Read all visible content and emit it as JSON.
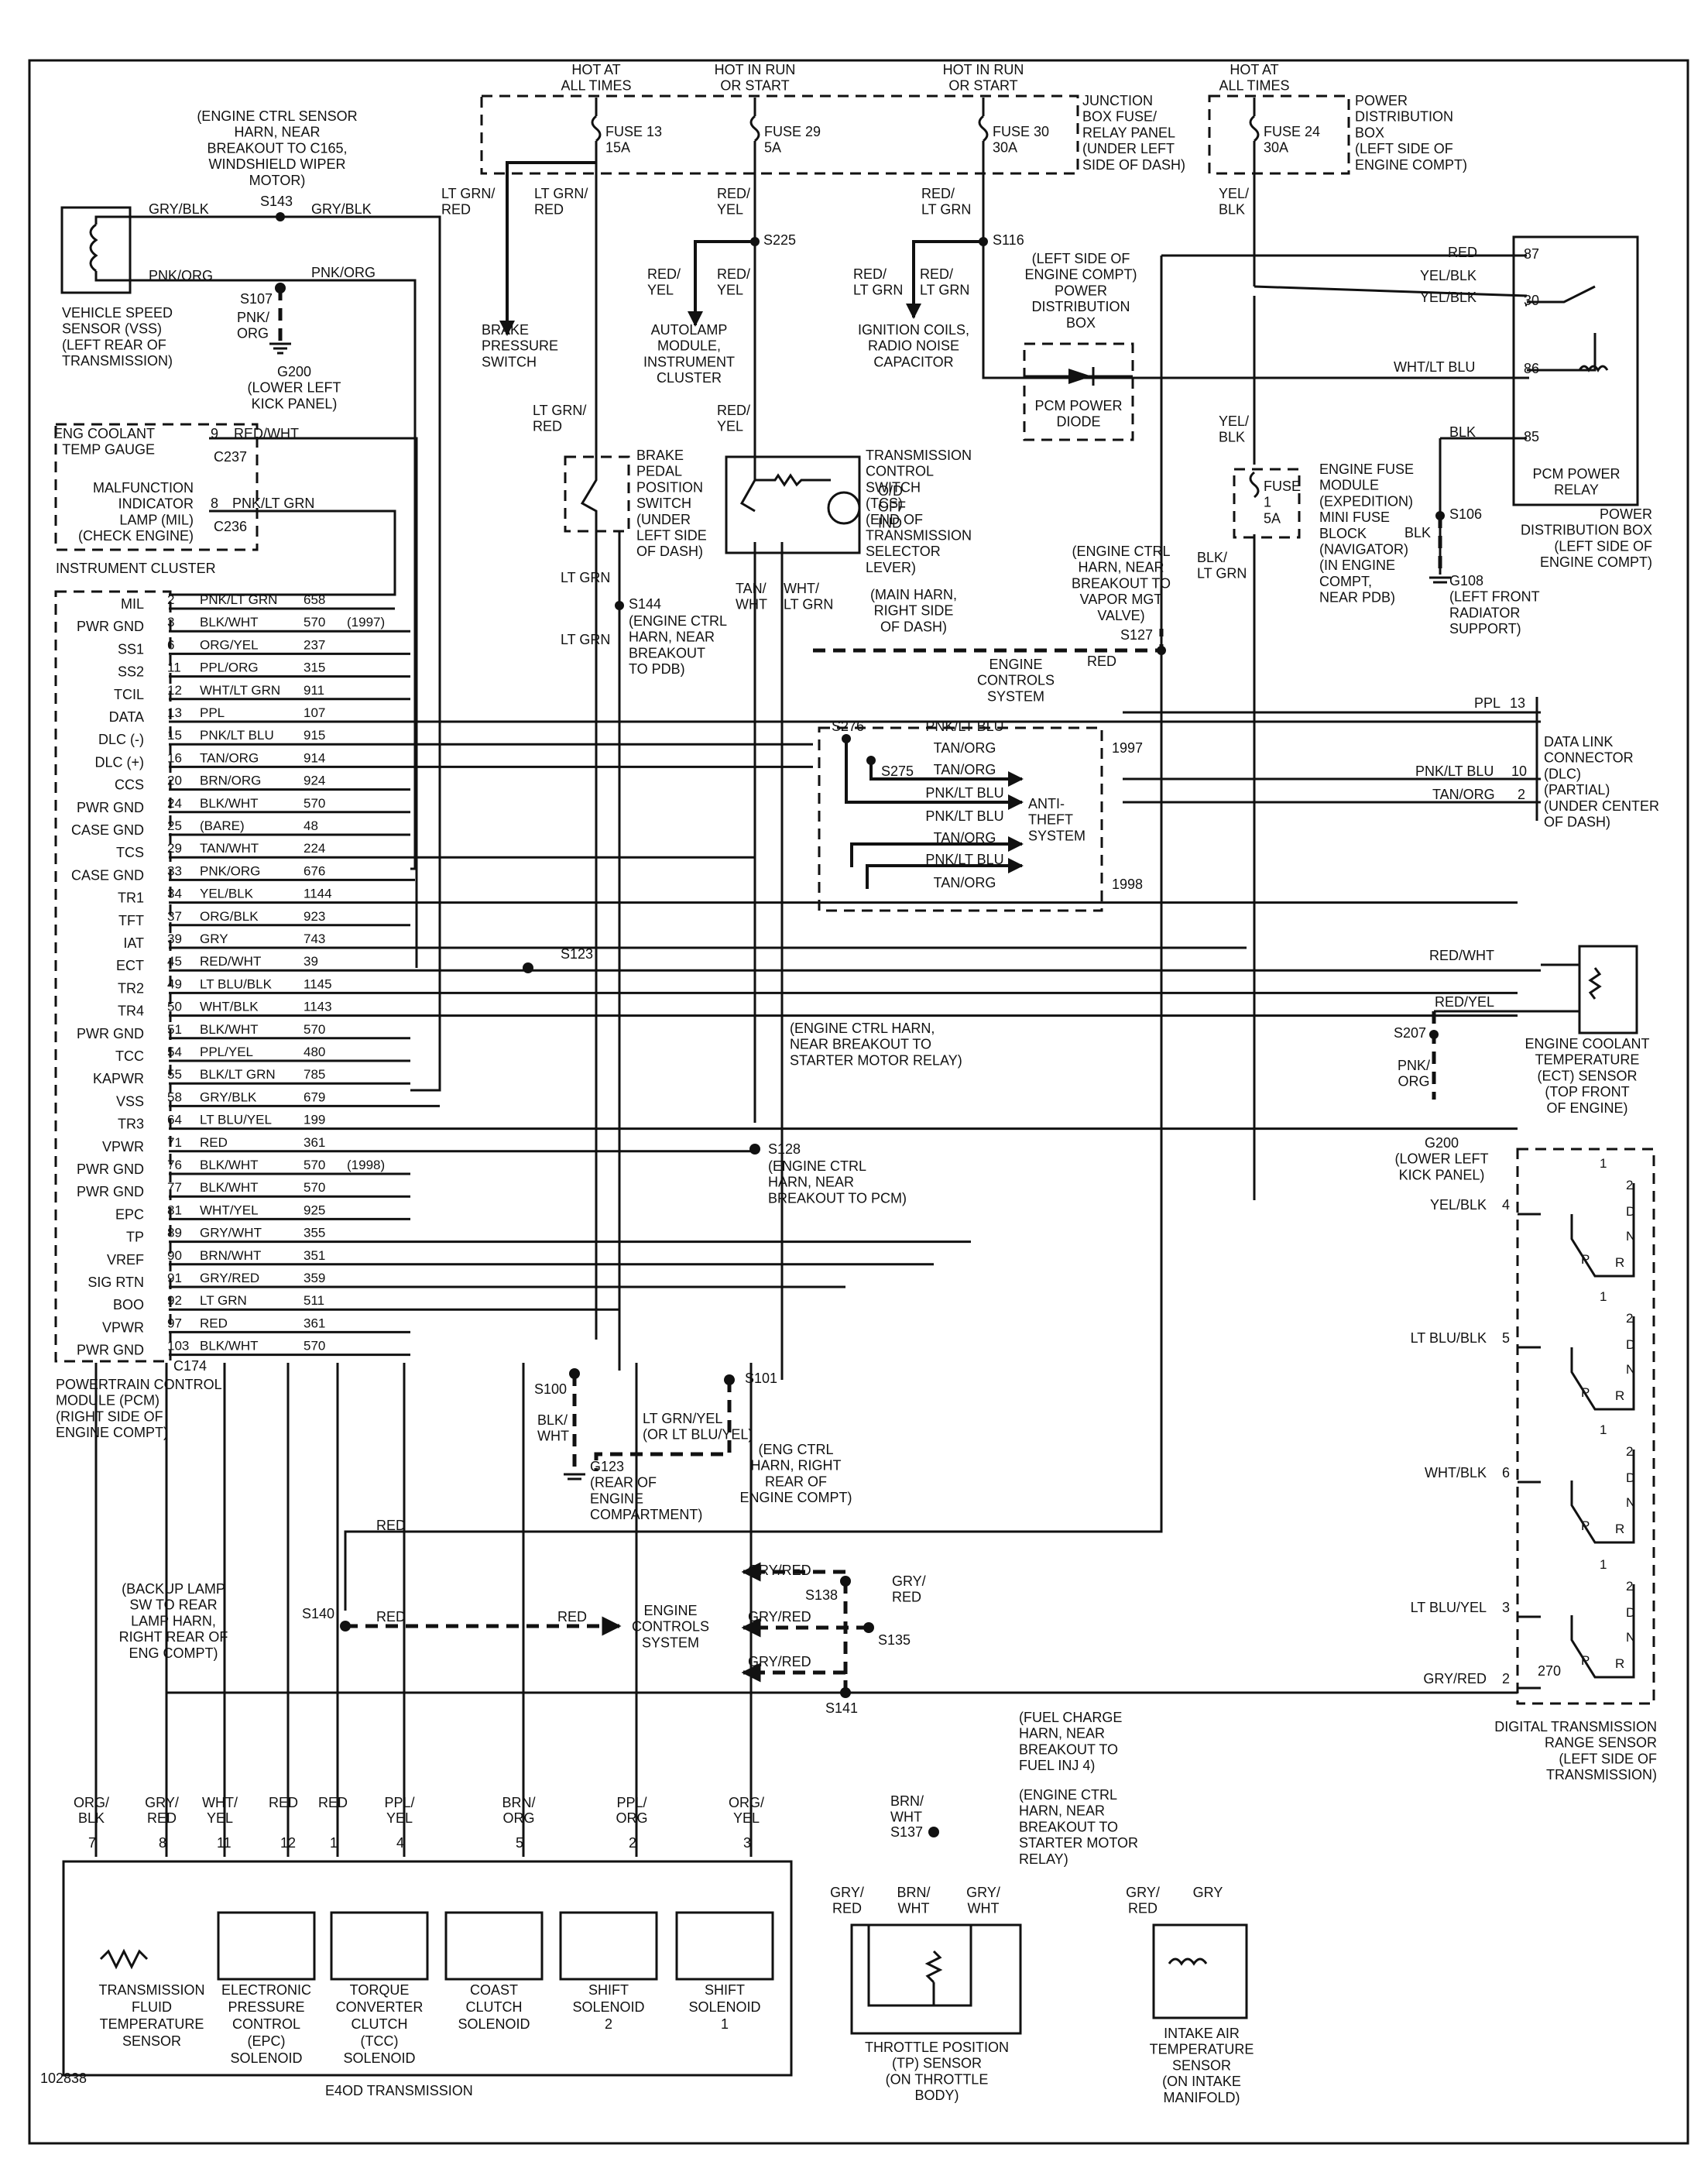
{
  "diagram_id": "102838",
  "supply": [
    {
      "label": [
        "HOT AT",
        "ALL TIMES"
      ],
      "fuse": [
        "FUSE 13",
        "15A"
      ]
    },
    {
      "label": [
        "HOT IN RUN",
        "OR START"
      ],
      "fuse": [
        "FUSE 29",
        "5A"
      ]
    },
    {
      "label": [
        "HOT IN RUN",
        "OR START"
      ],
      "fuse": [
        "FUSE 30",
        "30A"
      ]
    },
    {
      "label": [
        "HOT AT",
        "ALL TIMES"
      ],
      "fuse": [
        "FUSE 24",
        "30A"
      ]
    }
  ],
  "junction_box": [
    "JUNCTION",
    "BOX FUSE/",
    "RELAY PANEL",
    "(UNDER LEFT",
    "SIDE OF DASH)"
  ],
  "pdb_top": [
    "POWER",
    "DISTRIBUTION",
    "BOX",
    "(LEFT SIDE OF",
    "ENGINE COMPT)"
  ],
  "vss": {
    "harness_note": [
      "(ENGINE CTRL SENSOR",
      "HARN, NEAR",
      "BREAKOUT TO C165,",
      "WINDSHIELD WIPER",
      "MOTOR)"
    ],
    "splice_s143": "S143",
    "splice_s107": "S107",
    "wire_gry_blk": "GRY/BLK",
    "wire_pnk_org": "PNK/ORG",
    "pnk_org_split": [
      "PNK/",
      "ORG"
    ],
    "label": [
      "VEHICLE SPEED",
      "SENSOR (VSS)",
      "(LEFT REAR OF",
      "TRANSMISSION)"
    ],
    "ground": [
      "G200",
      "(LOWER LEFT",
      "KICK PANEL)"
    ]
  },
  "brake_circuit": {
    "wire1": [
      "LT GRN/",
      "RED"
    ],
    "wire2": [
      "LT GRN/",
      "RED"
    ],
    "switch_label": [
      "BRAKE",
      "PRESSURE",
      "SWITCH"
    ],
    "wire3": [
      "LT GRN/",
      "RED"
    ],
    "bpp_label": [
      "BRAKE",
      "PEDAL",
      "POSITION",
      "SWITCH",
      "(UNDER",
      "LEFT SIDE",
      "OF DASH)"
    ],
    "lt_grn_1": "LT GRN",
    "lt_grn_2": "LT GRN",
    "s144": "S144",
    "s144_note": [
      "(ENGINE CTRL",
      "HARN, NEAR",
      "BREAKOUT",
      "TO PDB)"
    ]
  },
  "autolamp": {
    "wire_main": [
      "RED/",
      "YEL"
    ],
    "s225": "S225",
    "wire_branch": [
      "RED/",
      "YEL"
    ],
    "wire_branch2": [
      "RED/",
      "YEL"
    ],
    "label": [
      "AUTOLAMP",
      "MODULE,",
      "INSTRUMENT",
      "CLUSTER"
    ],
    "wire_tcs": [
      "RED/",
      "YEL"
    ]
  },
  "tcs": {
    "label": [
      "TRANSMISSION",
      "CONTROL",
      "SWITCH",
      "(TCS)",
      "(END OF",
      "TRANSMISSION",
      "SELECTOR",
      "LEVER)"
    ],
    "ind": [
      "O/D",
      "OFF",
      "IND"
    ],
    "wire_tan": [
      "TAN/",
      "WHT"
    ],
    "wire_wht": [
      "WHT/",
      "LT GRN"
    ]
  },
  "ignition": {
    "wire_main": [
      "RED/",
      "LT GRN"
    ],
    "s116": "S116",
    "wire_b1": [
      "RED/",
      "LT GRN"
    ],
    "wire_b2": [
      "RED/",
      "LT GRN"
    ],
    "label": [
      "IGNITION COILS,",
      "RADIO NOISE",
      "CAPACITOR"
    ],
    "pdb_note": [
      "(LEFT SIDE OF",
      "ENGINE COMPT)",
      "POWER",
      "DISTRIBUTION",
      "BOX"
    ],
    "diode": [
      "PCM POWER",
      "DIODE"
    ]
  },
  "relay": {
    "pins": [
      "87",
      "30",
      "86",
      "85"
    ],
    "wire_red": "RED",
    "wire_yb1": "YEL/BLK",
    "wire_yb2": "YEL/BLK",
    "wire_wlb": "WHT/LT BLU",
    "wire_blk": "BLK",
    "label": [
      "PCM POWER",
      "RELAY"
    ],
    "pdb": [
      "POWER",
      "DISTRIBUTION BOX",
      "(LEFT SIDE OF",
      "ENGINE COMPT)"
    ],
    "wire_yb_down": [
      "YEL/",
      "BLK"
    ],
    "wire_yb_top": [
      "YEL/",
      "BLK"
    ],
    "s106": "S106",
    "blk_label": "BLK",
    "g108": [
      "G108",
      "(LEFT FRONT",
      "RADIATOR",
      "SUPPORT)"
    ]
  },
  "engine_fuse": {
    "fuse": [
      "FUSE",
      "1",
      "5A"
    ],
    "label": [
      "ENGINE FUSE",
      "MODULE",
      "(EXPEDITION)",
      "MINI FUSE",
      "BLOCK",
      "(NAVIGATOR)",
      "(IN ENGINE",
      "COMPT,",
      "NEAR PDB)"
    ],
    "wire": [
      "BLK/",
      "LT GRN"
    ]
  },
  "vapor": {
    "note": [
      "(ENGINE CTRL",
      "HARN, NEAR",
      "BREAKOUT TO",
      "VAPOR MGT",
      "VALVE)"
    ],
    "s127": "S127",
    "wire": "RED",
    "dest": [
      "ENGINE",
      "CONTROLS",
      "SYSTEM"
    ]
  },
  "main_harn_note": [
    "(MAIN HARN,",
    "RIGHT SIDE",
    "OF DASH)"
  ],
  "cluster": {
    "box_label": "INSTRUMENT CLUSTER",
    "gauge": [
      "ENG COOLANT",
      "TEMP GAUGE"
    ],
    "gauge_pin": "9",
    "gauge_wire": "RED/WHT",
    "gauge_conn": "C237",
    "mil": [
      "MALFUNCTION",
      "INDICATOR",
      "LAMP (MIL)",
      "(CHECK ENGINE)"
    ],
    "mil_pin": "8",
    "mil_wire": "PNK/LT GRN",
    "mil_conn": "C236"
  },
  "pcm": {
    "label": [
      "POWERTRAIN CONTROL",
      "MODULE (PCM)",
      "(RIGHT SIDE OF",
      "ENGINE COMPT)"
    ],
    "connector": "C174",
    "pins": [
      {
        "name": "MIL",
        "pin": "2",
        "color": "PNK/LT GRN",
        "circuit": "658"
      },
      {
        "name": "PWR GND",
        "pin": "3",
        "color": "BLK/WHT",
        "circuit": "570",
        "note": "(1997)"
      },
      {
        "name": "SS1",
        "pin": "6",
        "color": "ORG/YEL",
        "circuit": "237"
      },
      {
        "name": "SS2",
        "pin": "11",
        "color": "PPL/ORG",
        "circuit": "315"
      },
      {
        "name": "TCIL",
        "pin": "12",
        "color": "WHT/LT GRN",
        "circuit": "911"
      },
      {
        "name": "DATA",
        "pin": "13",
        "color": "PPL",
        "circuit": "107"
      },
      {
        "name": "DLC (-)",
        "pin": "15",
        "color": "PNK/LT BLU",
        "circuit": "915"
      },
      {
        "name": "DLC (+)",
        "pin": "16",
        "color": "TAN/ORG",
        "circuit": "914"
      },
      {
        "name": "CCS",
        "pin": "20",
        "color": "BRN/ORG",
        "circuit": "924"
      },
      {
        "name": "PWR GND",
        "pin": "24",
        "color": "BLK/WHT",
        "circuit": "570"
      },
      {
        "name": "CASE GND",
        "pin": "25",
        "color": "(BARE)",
        "circuit": "48"
      },
      {
        "name": "TCS",
        "pin": "29",
        "color": "TAN/WHT",
        "circuit": "224"
      },
      {
        "name": "CASE GND",
        "pin": "33",
        "color": "PNK/ORG",
        "circuit": "676"
      },
      {
        "name": "TR1",
        "pin": "34",
        "color": "YEL/BLK",
        "circuit": "1144"
      },
      {
        "name": "TFT",
        "pin": "37",
        "color": "ORG/BLK",
        "circuit": "923"
      },
      {
        "name": "IAT",
        "pin": "39",
        "color": "GRY",
        "circuit": "743"
      },
      {
        "name": "ECT",
        "pin": "45",
        "color": "RED/WHT",
        "circuit": "39"
      },
      {
        "name": "TR2",
        "pin": "49",
        "color": "LT BLU/BLK",
        "circuit": "1145"
      },
      {
        "name": "TR4",
        "pin": "50",
        "color": "WHT/BLK",
        "circuit": "1143"
      },
      {
        "name": "PWR GND",
        "pin": "51",
        "color": "BLK/WHT",
        "circuit": "570"
      },
      {
        "name": "TCC",
        "pin": "54",
        "color": "PPL/YEL",
        "circuit": "480"
      },
      {
        "name": "KAPWR",
        "pin": "55",
        "color": "BLK/LT GRN",
        "circuit": "785"
      },
      {
        "name": "VSS",
        "pin": "58",
        "color": "GRY/BLK",
        "circuit": "679"
      },
      {
        "name": "TR3",
        "pin": "64",
        "color": "LT BLU/YEL",
        "circuit": "199"
      },
      {
        "name": "VPWR",
        "pin": "71",
        "color": "RED",
        "circuit": "361"
      },
      {
        "name": "PWR GND",
        "pin": "76",
        "color": "BLK/WHT",
        "circuit": "570",
        "note": "(1998)"
      },
      {
        "name": "PWR GND",
        "pin": "77",
        "color": "BLK/WHT",
        "circuit": "570"
      },
      {
        "name": "EPC",
        "pin": "81",
        "color": "WHT/YEL",
        "circuit": "925"
      },
      {
        "name": "TP",
        "pin": "89",
        "color": "GRY/WHT",
        "circuit": "355"
      },
      {
        "name": "VREF",
        "pin": "90",
        "color": "BRN/WHT",
        "circuit": "351"
      },
      {
        "name": "SIG RTN",
        "pin": "91",
        "color": "GRY/RED",
        "circuit": "359"
      },
      {
        "name": "BOO",
        "pin": "92",
        "color": "LT GRN",
        "circuit": "511"
      },
      {
        "name": "VPWR",
        "pin": "97",
        "color": "RED",
        "circuit": "361"
      },
      {
        "name": "PWR GND",
        "pin": "103",
        "color": "BLK/WHT",
        "circuit": "570"
      }
    ]
  },
  "dlc": {
    "s276": "S276",
    "s275": "S275",
    "y1997": "1997",
    "y1998": "1998",
    "wires": [
      "PNK/LT BLU",
      "TAN/ORG",
      "TAN/ORG",
      "PNK/LT BLU",
      "PNK/LT BLU",
      "TAN/ORG",
      "PNK/LT BLU",
      "TAN/ORG"
    ],
    "anti_theft": [
      "ANTI-",
      "THEFT",
      "SYSTEM"
    ],
    "ppl": "PPL",
    "ppl_pin": "13",
    "pnk": "PNK/LT BLU",
    "pnk_pin": "10",
    "tan": "TAN/ORG",
    "tan_pin": "2",
    "label": [
      "DATA LINK",
      "CONNECTOR",
      "(DLC)",
      "(PARTIAL)",
      "(UNDER CENTER",
      "OF DASH)"
    ]
  },
  "ect": {
    "s123": "S123",
    "s123_note": [
      "(ENGINE CTRL HARN,",
      "NEAR BREAKOUT TO",
      "STARTER MOTOR RELAY)"
    ],
    "wire_rw": "RED/WHT",
    "wire_ry": "RED/YEL",
    "label": [
      "ENGINE COOLANT",
      "TEMPERATURE",
      "(ECT) SENSOR",
      "(TOP FRONT",
      "OF ENGINE)"
    ],
    "s207": "S207",
    "pnk_org": [
      "PNK/",
      "ORG"
    ],
    "g200": [
      "G200",
      "(LOWER LEFT",
      "KICK PANEL)"
    ]
  },
  "s128": {
    "id": "S128",
    "note": [
      "(ENGINE CTRL",
      "HARN, NEAR",
      "BREAKOUT TO PCM)"
    ]
  },
  "dtrs": {
    "label": [
      "DIGITAL TRANSMISSION",
      "RANGE SENSOR",
      "(LEFT SIDE OF",
      "TRANSMISSION)"
    ],
    "wires": [
      {
        "color": "YEL/BLK",
        "pin": "4"
      },
      {
        "color": "LT BLU/BLK",
        "pin": "5"
      },
      {
        "color": "WHT/BLK",
        "pin": "6"
      },
      {
        "color": "LT BLU/YEL",
        "pin": "3"
      },
      {
        "color": "GRY/RED",
        "pin": "2"
      }
    ],
    "pos": [
      "1",
      "2",
      "D",
      "N",
      "R",
      "P"
    ],
    "resistor": "270"
  },
  "grounds": {
    "s100": "S100",
    "s101": "S101",
    "blk_wht": [
      "BLK/",
      "WHT"
    ],
    "lt_grn_yel": [
      "LT GRN/YEL",
      "(OR LT BLU/YEL)"
    ],
    "g123": [
      "G123",
      "(REAR OF",
      "ENGINE",
      "COMPARTMENT)"
    ]
  },
  "bottom": {
    "red_top": "RED",
    "backup_note": [
      "(BACKUP LAMP",
      "SW TO REAR",
      "LAMP HARN,",
      "RIGHT REAR OF",
      "ENG COMPT)"
    ],
    "s140": "S140",
    "red_a": "RED",
    "red_b": "RED",
    "engine_controls": [
      "ENGINE",
      "CONTROLS",
      "SYSTEM"
    ],
    "eng_note": [
      "(ENG CTRL",
      "HARN, RIGHT",
      "REAR OF",
      "ENGINE COMPT)"
    ],
    "gry_red_1": "GRY/RED",
    "gry_red_2": "GRY/RED",
    "gry_red_3": "GRY/RED",
    "gry_red_split": [
      "GRY/",
      "RED"
    ],
    "s138": "S138",
    "s135": "S135",
    "s141": "S141",
    "fuel_note": [
      "(FUEL CHARGE",
      "HARN, NEAR",
      "BREAKOUT TO",
      "FUEL INJ 4)"
    ],
    "s137_note": [
      "(ENGINE CTRL",
      "HARN, NEAR",
      "BREAKOUT TO",
      "STARTER MOTOR",
      "RELAY)"
    ],
    "s137": "S137",
    "brn_wht": [
      "BRN/",
      "WHT"
    ]
  },
  "trans": {
    "label": "E4OD TRANSMISSION",
    "wires": [
      {
        "color": [
          "ORG/",
          "BLK"
        ],
        "pin": "7"
      },
      {
        "color": [
          "GRY/",
          "RED"
        ],
        "pin": "8"
      },
      {
        "color": [
          "WHT/",
          "YEL"
        ],
        "pin": "11"
      },
      {
        "color": [
          "RED"
        ],
        "pin": "12"
      },
      {
        "color": [
          "RED"
        ],
        "pin": "1"
      },
      {
        "color": [
          "PPL/",
          "YEL"
        ],
        "pin": "4"
      },
      {
        "color": [
          "BRN/",
          "ORG"
        ],
        "pin": "5"
      },
      {
        "color": [
          "PPL/",
          "ORG"
        ],
        "pin": "2"
      },
      {
        "color": [
          "ORG/",
          "YEL"
        ],
        "pin": "3"
      }
    ],
    "components": [
      [
        "TRANSMISSION",
        "FLUID",
        "TEMPERATURE",
        "SENSOR"
      ],
      [
        "ELECTRONIC",
        "PRESSURE",
        "CONTROL",
        "(EPC)",
        "SOLENOID"
      ],
      [
        "TORQUE",
        "CONVERTER",
        "CLUTCH",
        "(TCC)",
        "SOLENOID"
      ],
      [
        "COAST",
        "CLUTCH",
        "SOLENOID"
      ],
      [
        "SHIFT",
        "SOLENOID",
        "2"
      ],
      [
        "SHIFT",
        "SOLENOID",
        "1"
      ]
    ]
  },
  "tp": {
    "wires": [
      [
        "GRY/",
        "RED"
      ],
      [
        "BRN/",
        "WHT"
      ],
      [
        "GRY/",
        "WHT"
      ]
    ],
    "label": [
      "THROTTLE POSITION",
      "(TP) SENSOR",
      "(ON THROTTLE",
      "BODY)"
    ]
  },
  "iat": {
    "wires": [
      [
        "GRY/",
        "RED"
      ],
      [
        "GRY"
      ]
    ],
    "label": [
      "INTAKE AIR",
      "TEMPERATURE",
      "SENSOR",
      "(ON INTAKE",
      "MANIFOLD)"
    ]
  }
}
